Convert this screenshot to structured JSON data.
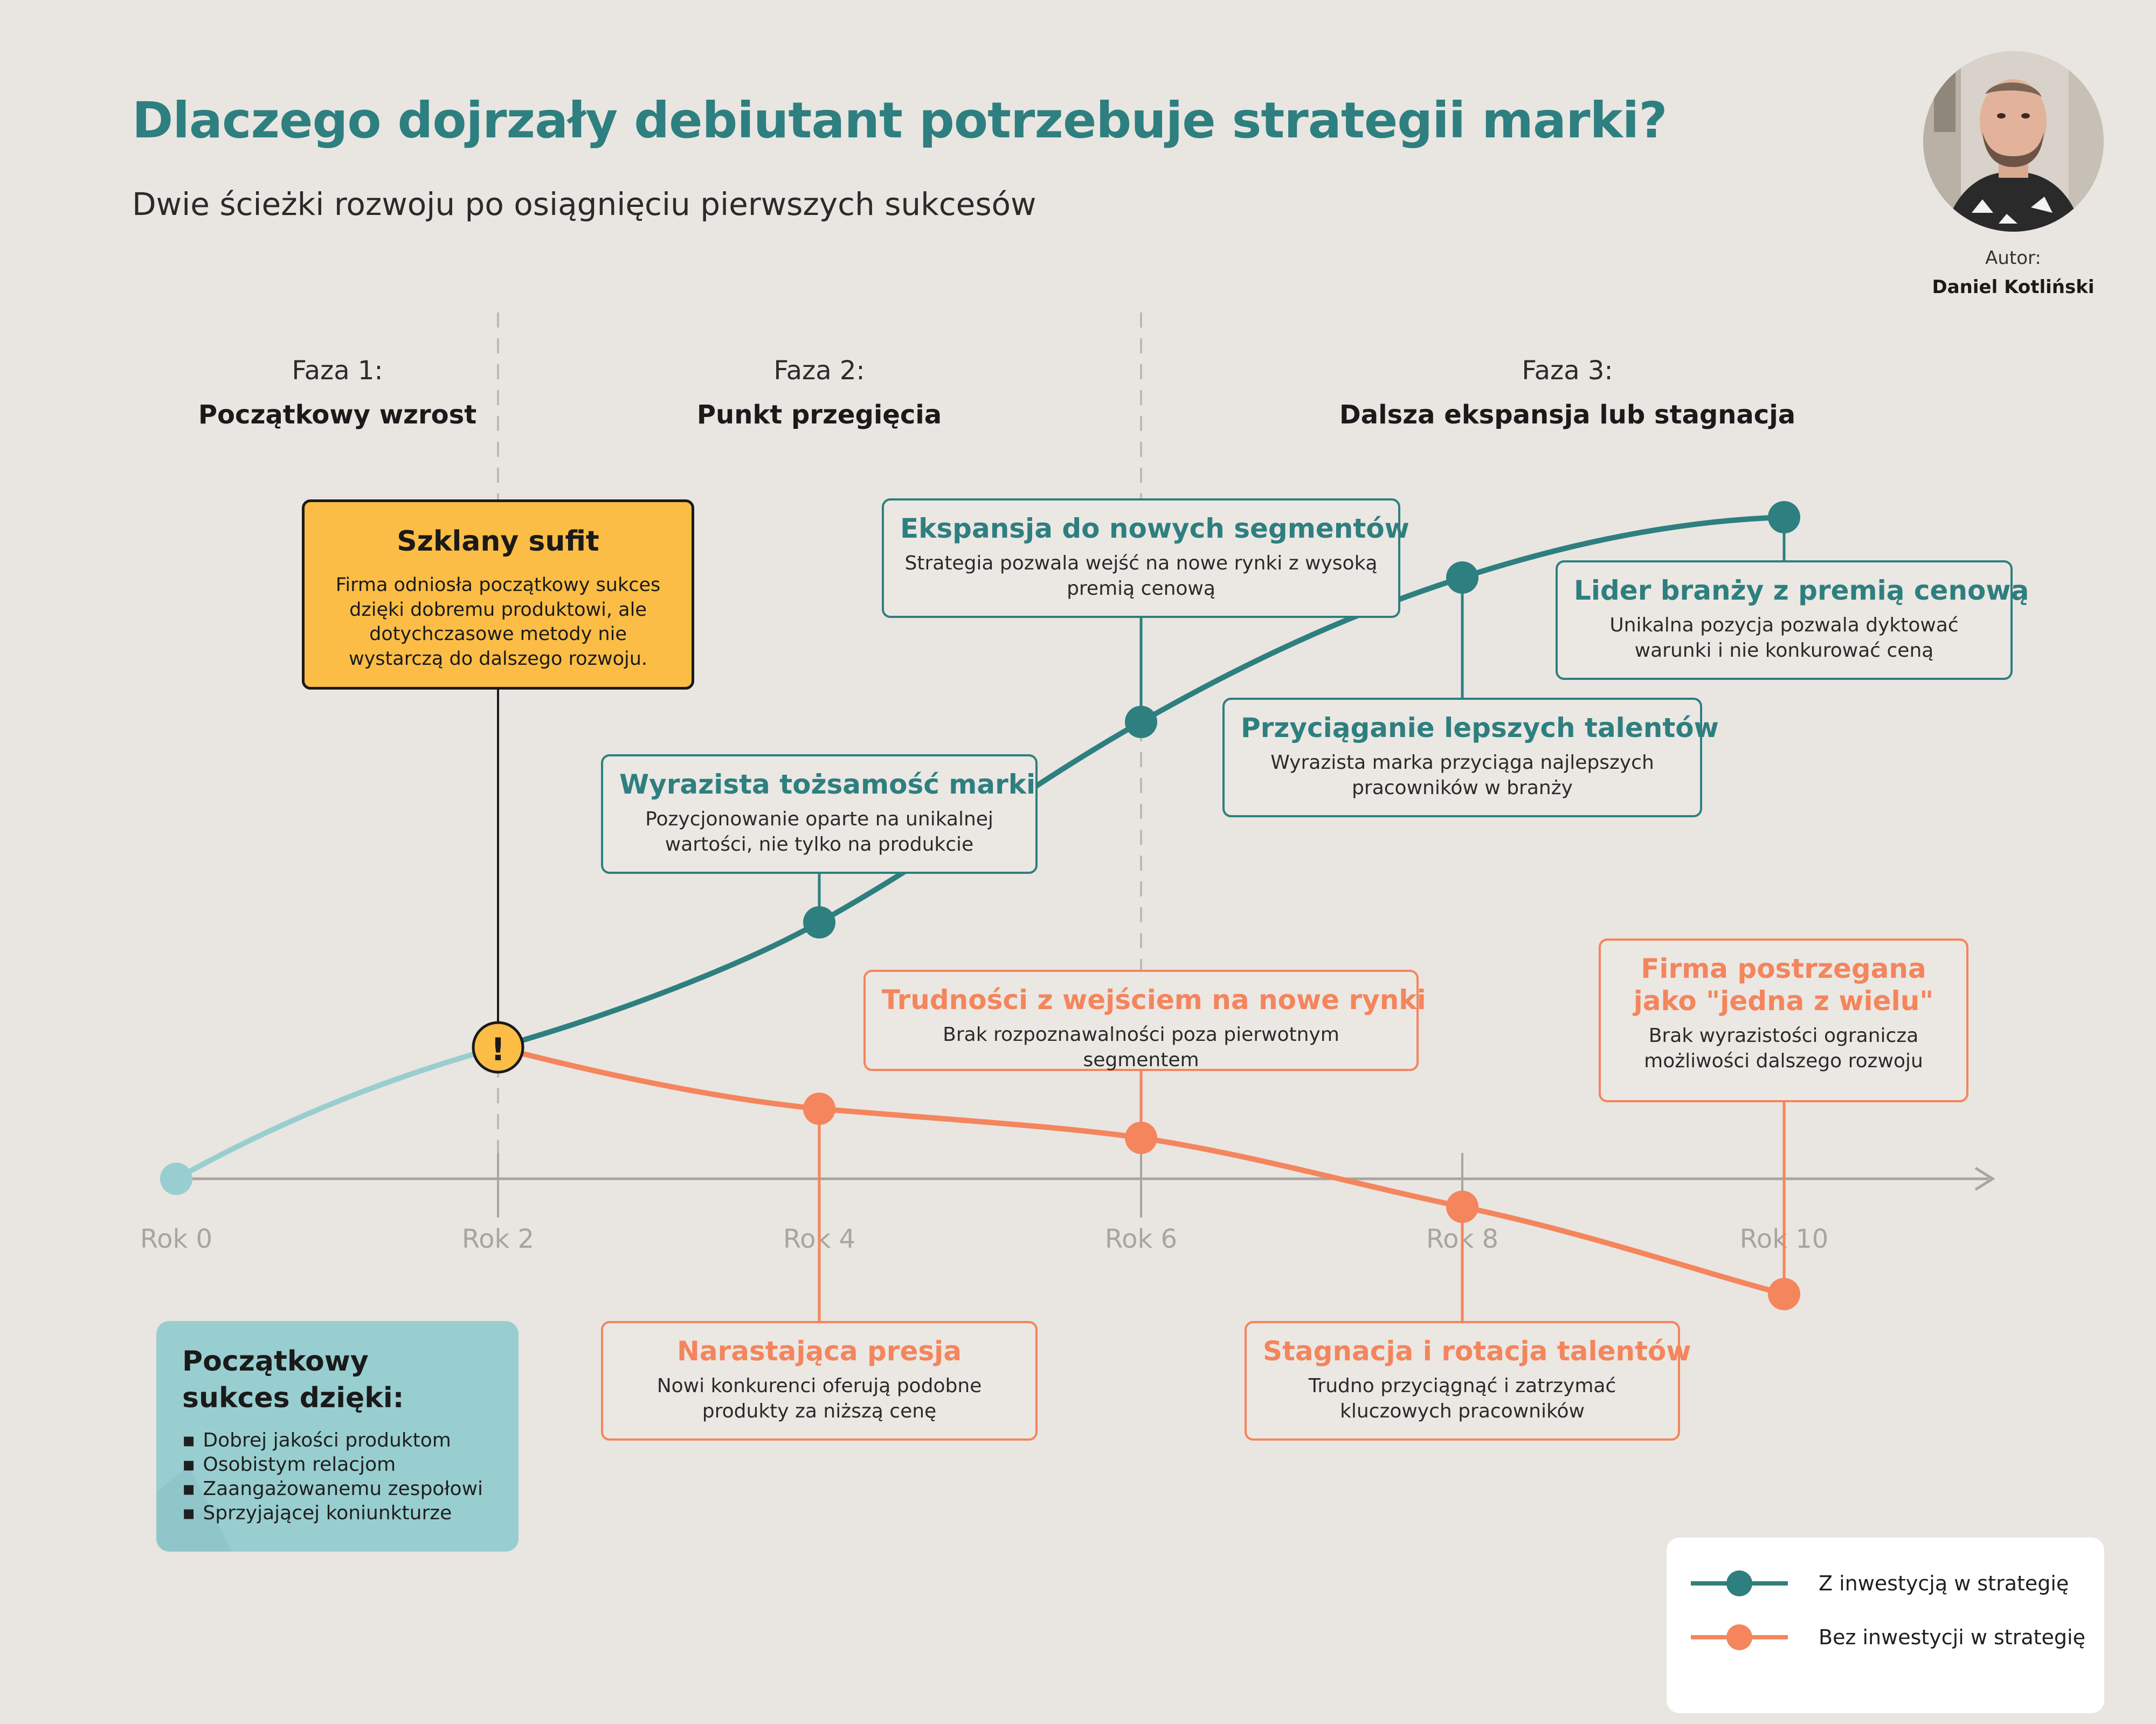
{
  "header": {
    "title": "Dlaczego dojrzały debiutant potrzebuje strategii marki?",
    "subtitle": "Dwie ścieżki rozwoju po osiągnięciu pierwszych sukcesów"
  },
  "author": {
    "label": "Autor:",
    "name": "Daniel Kotliński"
  },
  "phases": [
    {
      "num": "Faza 1:",
      "name": "Początkowy wzrost"
    },
    {
      "num": "Faza 2:",
      "name": "Punkt przegięcia"
    },
    {
      "num": "Faza 3:",
      "name": "Dalsza ekspansja lub stagnacja"
    }
  ],
  "axis": {
    "ticks": [
      "Rok 0",
      "Rok 2",
      "Rok 4",
      "Rok 6",
      "Rok 8",
      "Rok 10"
    ]
  },
  "milestone": {
    "symbol": "!"
  },
  "cards": {
    "glass_ceiling": {
      "title": "Szklany sufit",
      "desc": "Firma odniosła początkowy sukces dzięki dobremu produktowi, ale dotychczasowe metody nie wystarczą do dalszego rozwoju."
    },
    "identity": {
      "title": "Wyrazista tożsamość marki",
      "desc": "Pozycjonowanie oparte na unikalnej wartości, nie tylko na produkcie"
    },
    "expansion": {
      "title": "Ekspansja do nowych segmentów",
      "desc": "Strategia pozwala wejść na nowe rynki z wysoką premią cenową"
    },
    "talent": {
      "title": "Przyciąganie lepszych talentów",
      "desc": "Wyrazista marka przyciąga najlepszych pracowników w branży"
    },
    "leader": {
      "title": "Lider branży z premią cenową",
      "desc": "Unikalna pozycja pozwala dyktować warunki i nie konkurować ceną"
    },
    "pressure": {
      "title": "Narastająca presja",
      "desc": "Nowi konkurenci oferują podobne produkty za niższą cenę"
    },
    "new_markets": {
      "title": "Trudności z wejściem na nowe rynki",
      "desc": "Brak rozpoznawalności poza pierwotnym segmentem"
    },
    "stagnation": {
      "title": "Stagnacja i rotacja talentów",
      "desc": "Trudno przyciągnąć i zatrzymać kluczowych pracowników"
    },
    "one_of_many": {
      "title": "Firma postrzegana jako \"jedna z wielu\"",
      "desc": "Brak wyrazistości ogranicza możliwości dalszego rozwoju"
    }
  },
  "success_box": {
    "title": "Początkowy sukces dzięki:",
    "items": [
      "Dobrej jakości produktom",
      "Osobistym relacjom",
      "Zaangażowanemu zespołowi",
      "Sprzyjającej koniunkturze"
    ]
  },
  "legend": {
    "with_strategy": "Z inwestycją w strategię",
    "without_strategy": "Bez inwestycji w strategię"
  },
  "colors": {
    "teal": "#2e7f7f",
    "orange": "#f4855c",
    "light_teal": "#99ced0",
    "yellow": "#fbbd46",
    "background": "#e9e5e1"
  }
}
